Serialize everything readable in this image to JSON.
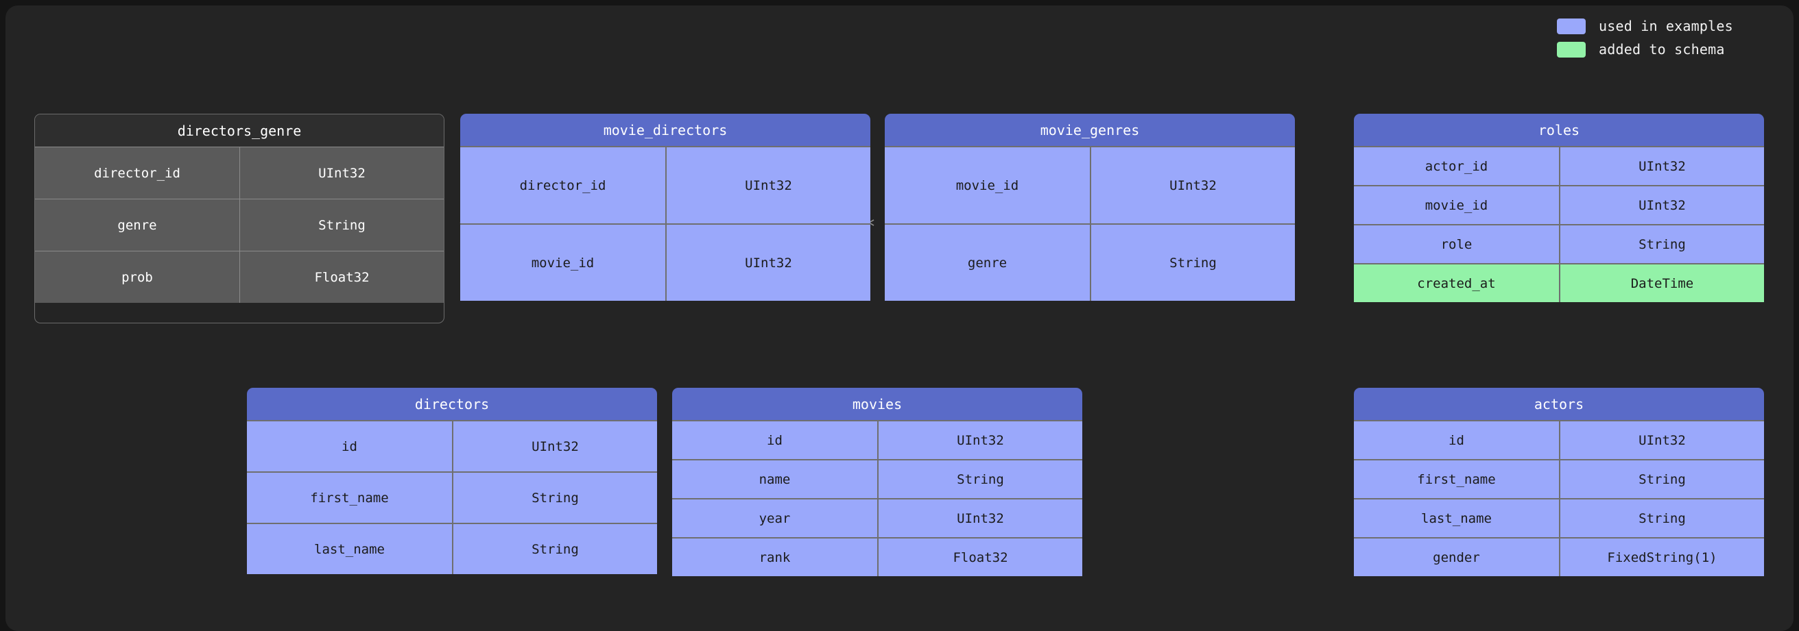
{
  "legend": {
    "items": [
      {
        "label": "used in examples",
        "color": "#9aa8fb",
        "swatch_name": "legend-swatch-used-in-examples"
      },
      {
        "label": "added to schema",
        "color": "#93f2a8",
        "swatch_name": "legend-swatch-added-to-schema"
      }
    ]
  },
  "tables": {
    "directors_genre": {
      "title": "directors_genre",
      "style": "grey",
      "rows": [
        {
          "name": "director_id",
          "type": "UInt32",
          "highlight": false
        },
        {
          "name": "genre",
          "type": "String",
          "highlight": false
        },
        {
          "name": "prob",
          "type": "Float32",
          "highlight": false
        }
      ]
    },
    "movie_directors": {
      "title": "movie_directors",
      "style": "blue",
      "rows": [
        {
          "name": "director_id",
          "type": "UInt32",
          "highlight": false
        },
        {
          "name": "movie_id",
          "type": "UInt32",
          "highlight": false
        }
      ]
    },
    "movie_genres": {
      "title": "movie_genres",
      "style": "blue",
      "rows": [
        {
          "name": "movie_id",
          "type": "UInt32",
          "highlight": false
        },
        {
          "name": "genre",
          "type": "String",
          "highlight": false
        }
      ]
    },
    "roles": {
      "title": "roles",
      "style": "blue",
      "rows": [
        {
          "name": "actor_id",
          "type": "UInt32",
          "highlight": false
        },
        {
          "name": "movie_id",
          "type": "UInt32",
          "highlight": false
        },
        {
          "name": "role",
          "type": "String",
          "highlight": false
        },
        {
          "name": "created_at",
          "type": "DateTime",
          "highlight": true
        }
      ]
    },
    "directors": {
      "title": "directors",
      "style": "blue",
      "rows": [
        {
          "name": "id",
          "type": "UInt32",
          "highlight": false
        },
        {
          "name": "first_name",
          "type": "String",
          "highlight": false
        },
        {
          "name": "last_name",
          "type": "String",
          "highlight": false
        }
      ]
    },
    "movies": {
      "title": "movies",
      "style": "blue",
      "rows": [
        {
          "name": "id",
          "type": "UInt32",
          "highlight": false
        },
        {
          "name": "name",
          "type": "String",
          "highlight": false
        },
        {
          "name": "year",
          "type": "UInt32",
          "highlight": false
        },
        {
          "name": "rank",
          "type": "Float32",
          "highlight": false
        }
      ]
    },
    "actors": {
      "title": "actors",
      "style": "blue",
      "rows": [
        {
          "name": "id",
          "type": "UInt32",
          "highlight": false
        },
        {
          "name": "first_name",
          "type": "String",
          "highlight": false
        },
        {
          "name": "last_name",
          "type": "String",
          "highlight": false
        },
        {
          "name": "gender",
          "type": "FixedString(1)",
          "highlight": false
        }
      ]
    }
  },
  "relations": [
    {
      "from": "directors_genre",
      "to": "directors",
      "kind": "arrow-down"
    },
    {
      "from": "movie_directors",
      "to": "directors",
      "kind": "arrow-down"
    },
    {
      "from": "movie_directors",
      "to": "movies",
      "kind": "arrow-down"
    },
    {
      "from": "movie_genres",
      "to": "movies",
      "kind": "arrow-down"
    },
    {
      "from": "roles",
      "to": "actors",
      "kind": "arrow-down"
    },
    {
      "from": "roles",
      "to": "movies",
      "kind": "arrow-elbow-left"
    }
  ],
  "colors": {
    "page_background": "#151515",
    "canvas_background": "#242424",
    "accent_blue_header": "#5a6bc8",
    "accent_blue_row": "#9aa8fb",
    "accent_green_row": "#93f2a8",
    "grey_header": "#2e2e2e",
    "grey_row": "#5a5a5a",
    "connector": "#8d8d8d"
  }
}
